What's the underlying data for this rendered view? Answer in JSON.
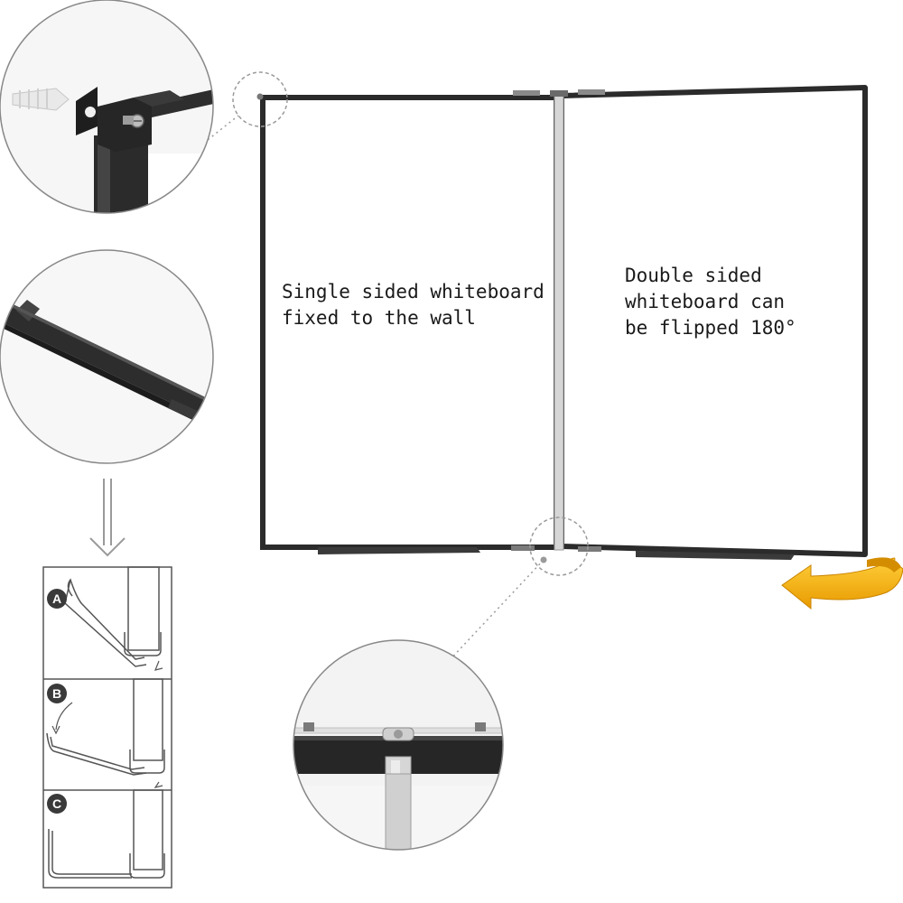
{
  "left_board": {
    "caption_line1": "Single sided whiteboard",
    "caption_line2": "fixed to the wall"
  },
  "right_board": {
    "caption_line1": "Double sided",
    "caption_line2": "whiteboard can",
    "caption_line3": "be flipped 180°"
  },
  "install_steps": {
    "step_a": "A",
    "step_b": "B",
    "step_c": "C"
  },
  "colors": {
    "frame": "#2b2b2b",
    "hinge": "#c8c8c8",
    "rotate_arrow": "#f5b400",
    "detail_line": "#9a9a9a"
  },
  "icons": [
    "wall-anchor-icon",
    "pen-tray-icon",
    "down-arrow-icon",
    "rotate-arrow-icon",
    "hinge-icon"
  ]
}
